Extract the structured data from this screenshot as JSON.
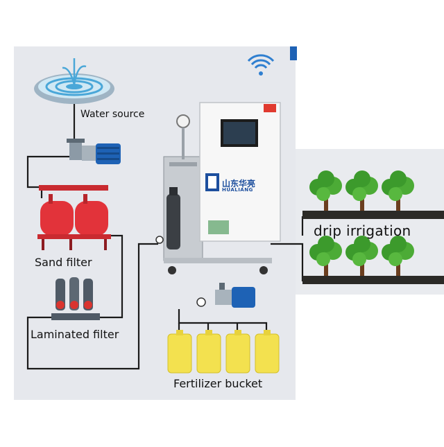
{
  "labels": {
    "water_source": "Water source",
    "sand_filter": "Sand filter",
    "laminated_filter": "Laminated filter",
    "fertilizer_bucket": "Fertilizer bucket",
    "drip_irrigation": "drip irrigation"
  },
  "brand": {
    "name_zh": "山东华亮",
    "name_en": "HUALIANG"
  },
  "icons": {
    "wifi": "wifi-icon",
    "fountain": "fountain-icon",
    "pump": "water-pump-icon",
    "tree": "tree-icon",
    "bucket": "fertilizer-bucket-icon"
  },
  "colors": {
    "background_panel": "#e6e8ed",
    "pipe": "#1a1a1a",
    "sand_filter": "#e2333a",
    "bucket": "#f3e14f",
    "pump_blue": "#1e62b5",
    "wifi": "#2f7fd0",
    "tree_green": "#3c9a2c",
    "soil": "#2b2a27"
  }
}
